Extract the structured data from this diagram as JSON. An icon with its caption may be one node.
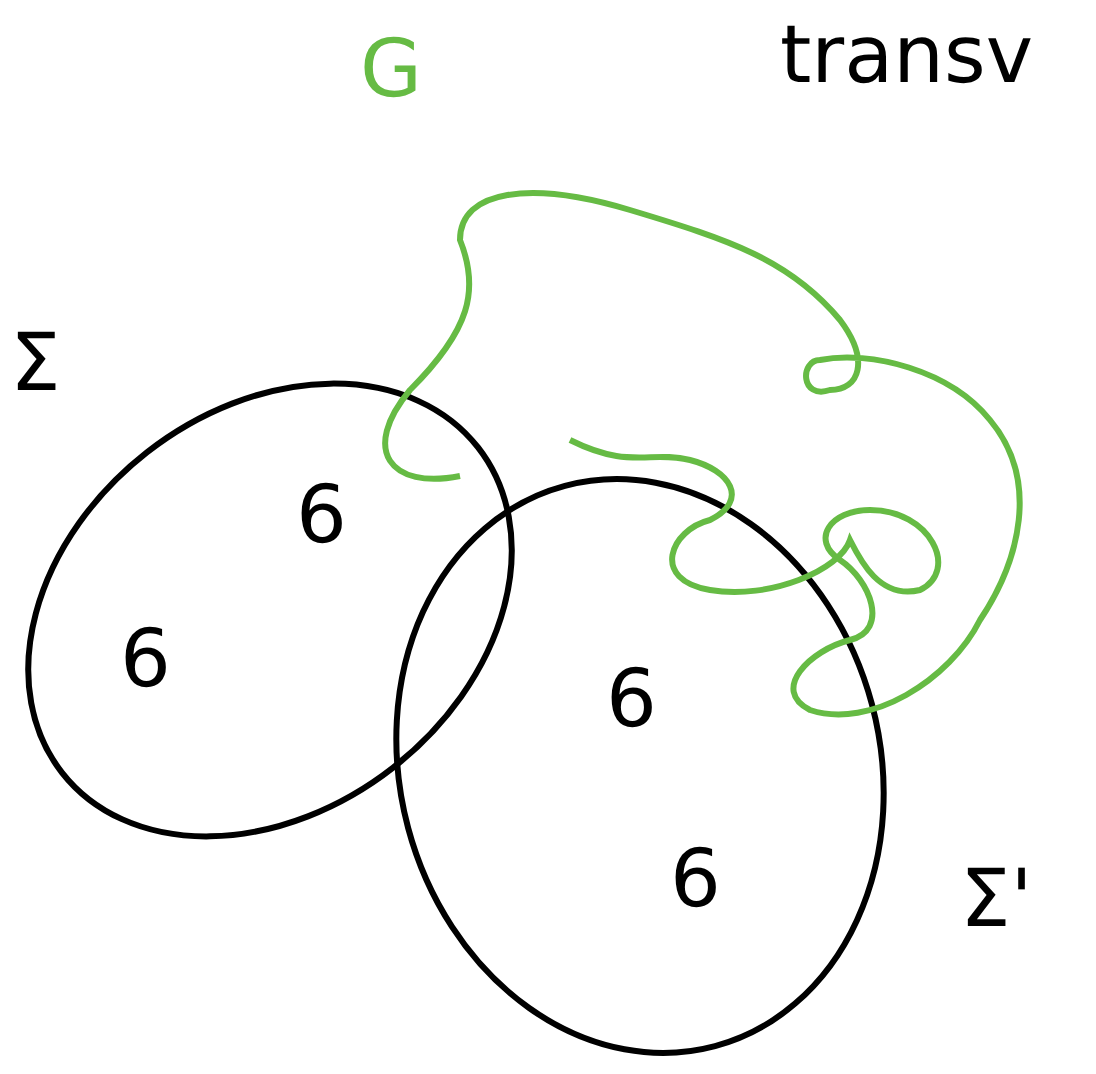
{
  "diagram": {
    "nodes": [
      {
        "text": [
          "Σ",
          "6",
          "6"
        ]
      },
      {
        "text": [
          "6",
          "6",
          "Σ'"
        ]
      },
      {
        "text": [
          "G"
        ]
      }
    ],
    "labels": [
      "transv"
    ]
  }
}
